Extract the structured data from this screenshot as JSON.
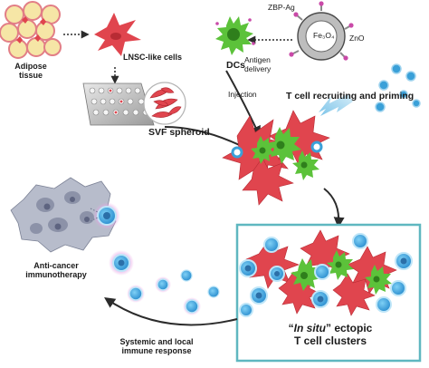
{
  "labels": {
    "adipose_tissue": [
      "Adipose",
      "tissue"
    ],
    "lnsc_like_cells": "LNSC-like cells",
    "svf_spheroid": "SVF spheroid",
    "dcs": "DCs",
    "zbp_ag": "ZBP-Ag",
    "zno": "ZnO",
    "fe3o4": "Fe₃O₄",
    "antigen_delivery": [
      "Antigen",
      "delivery"
    ],
    "injection": "Injection",
    "t_cell_recruiting": "T cell recruiting and priming",
    "anti_cancer": [
      "Anti-cancer",
      "immunotherapy"
    ],
    "systemic_response": [
      "Systemic and local",
      "immune response"
    ],
    "in_situ_quote_open": "“",
    "in_situ_italic": "In situ",
    "in_situ_rest": "” ectopic",
    "t_cell_clusters": "T cell clusters"
  },
  "colors": {
    "lnsc_red": "#e0454e",
    "dc_green": "#5cc23a",
    "t_cell_blue": "#3aa0d8",
    "box_teal": "#5fb7c0",
    "tumor_gray": "#9aa0b4",
    "adipose_yellow": "#f6e6a6"
  },
  "icons": [
    "arrow-icon",
    "spheroid-icon",
    "nanoparticle-icon",
    "dc-cell-icon",
    "t-cell-icon",
    "tumor-icon"
  ]
}
